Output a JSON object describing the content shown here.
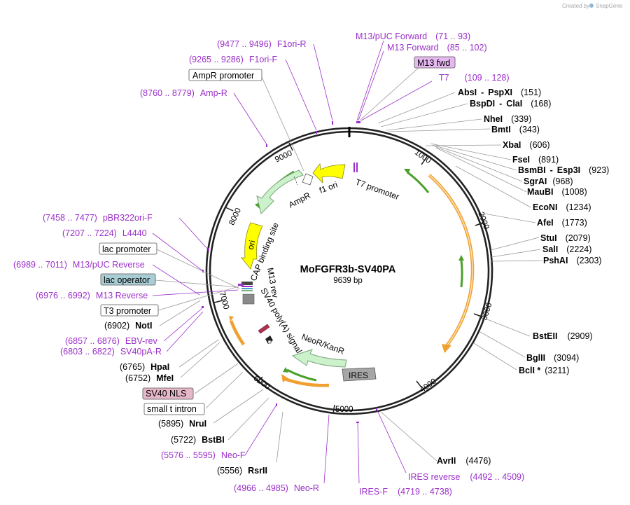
{
  "credit": {
    "created_by": "Created by",
    "brand": "SnapGene"
  },
  "plasmid": {
    "name": "MoFGFR3b-SV40PA",
    "length": "9639 bp"
  },
  "ticks": [
    "1000",
    "2000",
    "3000",
    "4000",
    "5000",
    "6000",
    "7000",
    "8000",
    "9000"
  ],
  "inner_labels": {
    "f1_ori": "f1 ori",
    "t7_promoter": "T7 promoter",
    "ampr": "AmpR",
    "cap_site": "CAP binding site",
    "ori": "ori",
    "m13_rev": "M13 rev",
    "sv40_polya": "SV40 poly(A) signal",
    "neor": "NeoR/KanR",
    "ires": "IRES"
  },
  "primers": {
    "m13puc_fwd": {
      "name": "M13/pUC Forward",
      "range": "(71 .. 93)"
    },
    "m13_fwd": {
      "name": "M13 Forward",
      "range": "(85 .. 102)"
    },
    "t7": {
      "name": "T7",
      "range": "(109 .. 128)"
    },
    "f1ori_r": {
      "name": "F1ori-R",
      "range": "(9477 .. 9496)"
    },
    "f1ori_f": {
      "name": "F1ori-F",
      "range": "(9265 .. 9286)"
    },
    "amp_r": {
      "name": "Amp-R",
      "range": "(8760 .. 8779)"
    },
    "pbr322": {
      "name": "pBR322ori-F",
      "range": "(7458 .. 7477)"
    },
    "l4440": {
      "name": "L4440",
      "range": "(7207 .. 7224)"
    },
    "m13puc_rev": {
      "name": "M13/pUC Reverse",
      "range": "(6989 .. 7011)"
    },
    "m13_reverse": {
      "name": "M13 Reverse",
      "range": "(6976 .. 6992)"
    },
    "ebv_rev": {
      "name": "EBV-rev",
      "range": "(6857 .. 6876)"
    },
    "sv40pa_r": {
      "name": "SV40pA-R",
      "range": "(6803 .. 6822)"
    },
    "neo_f": {
      "name": "Neo-F",
      "range": "(5576 .. 5595)"
    },
    "neo_r": {
      "name": "Neo-R",
      "range": "(4966 .. 4985)"
    },
    "ires_f": {
      "name": "IRES-F",
      "range": "(4719 .. 4738)"
    },
    "ires_reverse": {
      "name": "IRES reverse",
      "range": "(4492 .. 4509)"
    }
  },
  "boxed_features": {
    "m13fwd": "M13 fwd",
    "ampr_promoter": "AmpR promoter",
    "lac_promoter": "lac promoter",
    "lac_operator": "lac operator",
    "t3_promoter": "T3 promoter",
    "sv40_nls": "SV40 NLS",
    "small_t_intron": "small t intron"
  },
  "enzymes": {
    "absi": {
      "name": "AbsI",
      "name2": "PspXI",
      "pos": "(151)"
    },
    "bspdi": {
      "name": "BspDI",
      "name2": "ClaI",
      "pos": "(168)"
    },
    "nhei": {
      "name": "NheI",
      "pos": "(339)"
    },
    "bmti": {
      "name": "BmtI",
      "pos": "(343)"
    },
    "xbai": {
      "name": "XbaI",
      "pos": "(606)"
    },
    "fsei": {
      "name": "FseI",
      "pos": "(891)"
    },
    "bsmbi": {
      "name": "BsmBI",
      "name2": "Esp3I",
      "pos": "(923)"
    },
    "sgrai": {
      "name": "SgrAI",
      "pos": "(968)"
    },
    "maubi": {
      "name": "MauBI",
      "pos": "(1008)"
    },
    "econi": {
      "name": "EcoNI",
      "pos": "(1234)"
    },
    "afei": {
      "name": "AfeI",
      "pos": "(1773)"
    },
    "stui": {
      "name": "StuI",
      "pos": "(2079)"
    },
    "sali": {
      "name": "SalI",
      "pos": "(2224)"
    },
    "pshai": {
      "name": "PshAI",
      "pos": "(2303)"
    },
    "bsteii": {
      "name": "BstEII",
      "pos": "(2909)"
    },
    "bglii": {
      "name": "BglII",
      "pos": "(3094)"
    },
    "bcli": {
      "name": "BclI *",
      "pos": "(3211)"
    },
    "avrii": {
      "name": "AvrII",
      "pos": "(4476)"
    },
    "rsrii": {
      "name": "RsrII",
      "pos": "(5556)"
    },
    "bstbi": {
      "name": "BstBI",
      "pos": "(5722)"
    },
    "nrui": {
      "name": "NruI",
      "pos": "(5895)"
    },
    "mfei": {
      "name": "MfeI",
      "pos": "(6752)"
    },
    "hpai": {
      "name": "HpaI",
      "pos": "(6765)"
    },
    "noti": {
      "name": "NotI",
      "pos": "(6902)"
    }
  },
  "colors": {
    "primer": "#9b2fc9",
    "backbone": "#222222",
    "cds_fill": "#ccf2cc",
    "cds_stroke": "#7aa57a",
    "origin_fill": "#ffff00",
    "misc_stroke": "#f0a030",
    "green_stroke": "#4aa02a",
    "lac_operator_fill": "#a9cdd5",
    "m13fwd_fill": "#e6b8f0",
    "sv40nls_fill": "#e6b7c8",
    "ires_fill": "#a6a6a6"
  }
}
